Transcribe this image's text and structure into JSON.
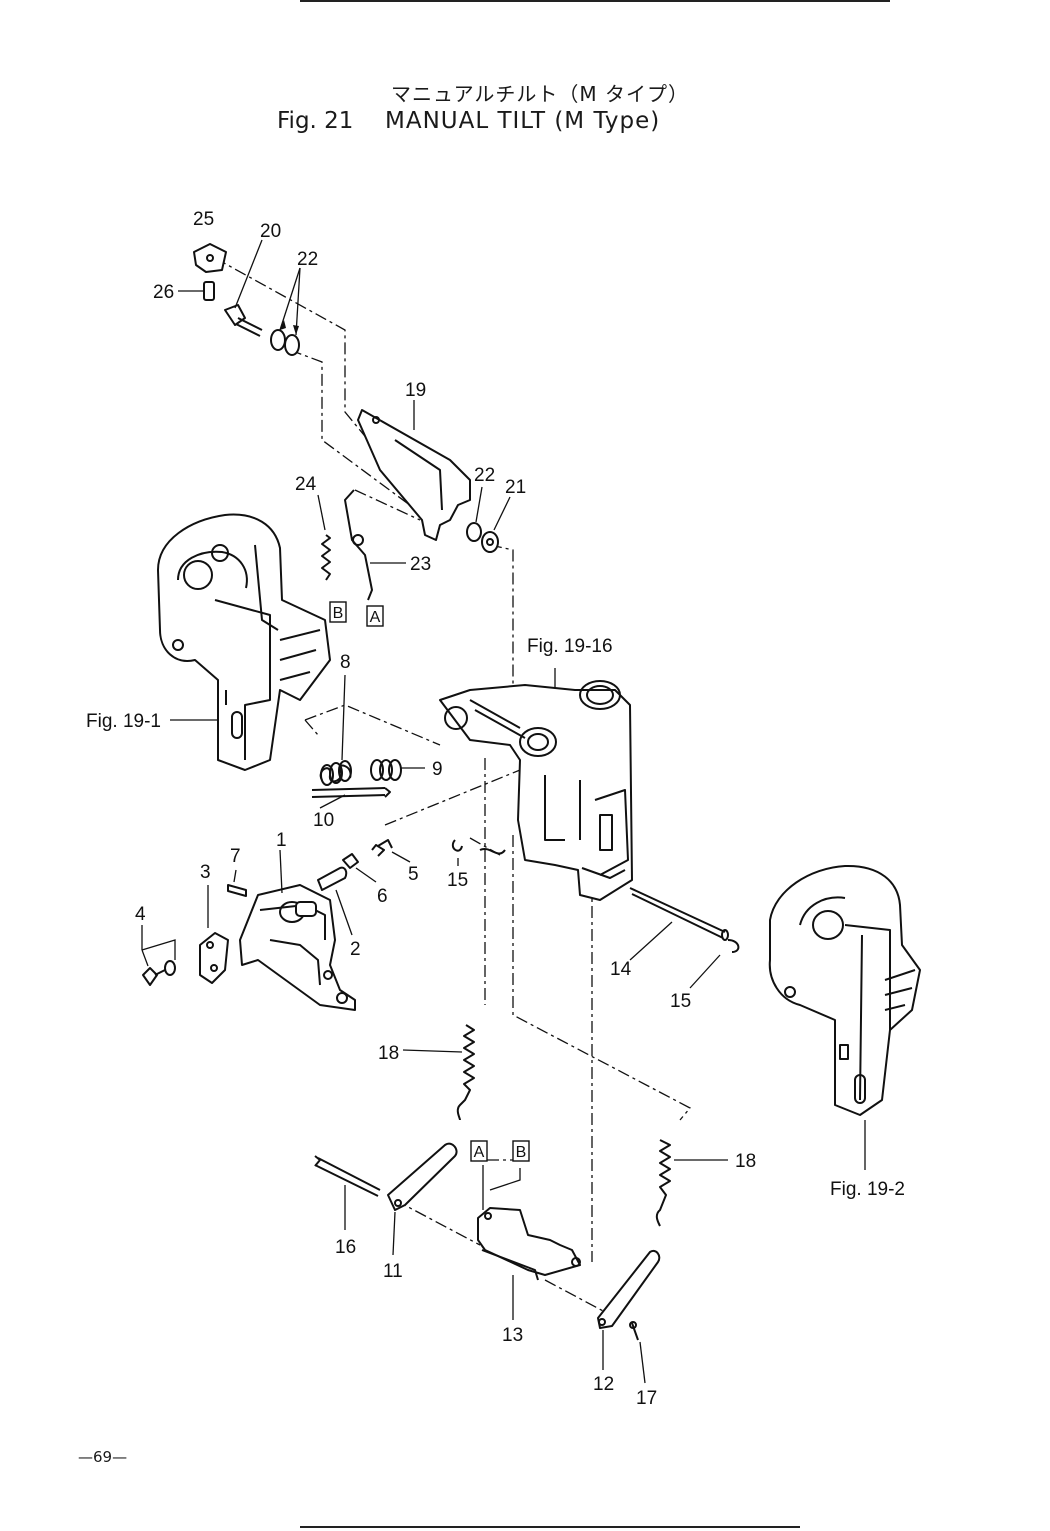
{
  "header": {
    "title_jp": "マニュアルチルト（M タイプ）",
    "fig_number": "Fig. 21",
    "fig_title": "MANUAL TILT (M Type)"
  },
  "callouts": {
    "c1": "1",
    "c2": "2",
    "c3": "3",
    "c4": "4",
    "c5": "5",
    "c6": "6",
    "c7": "7",
    "c8": "8",
    "c9": "9",
    "c10": "10",
    "c11": "11",
    "c12": "12",
    "c13": "13",
    "c14": "14",
    "c15a": "15",
    "c15b": "15",
    "c16": "16",
    "c17": "17",
    "c18a": "18",
    "c18b": "18",
    "c19": "19",
    "c20": "20",
    "c21": "21",
    "c22a": "22",
    "c22b": "22",
    "c23": "23",
    "c24": "24",
    "c25": "25",
    "c26": "26"
  },
  "references": {
    "fig19_1": "Fig. 19-1",
    "fig19_2": "Fig. 19-2",
    "fig19_16": "Fig. 19-16"
  },
  "connectors": {
    "a_top": "A",
    "b_top": "B",
    "a_bottom": "A",
    "b_bottom": "B"
  },
  "footer": {
    "page_number": "—69—"
  }
}
